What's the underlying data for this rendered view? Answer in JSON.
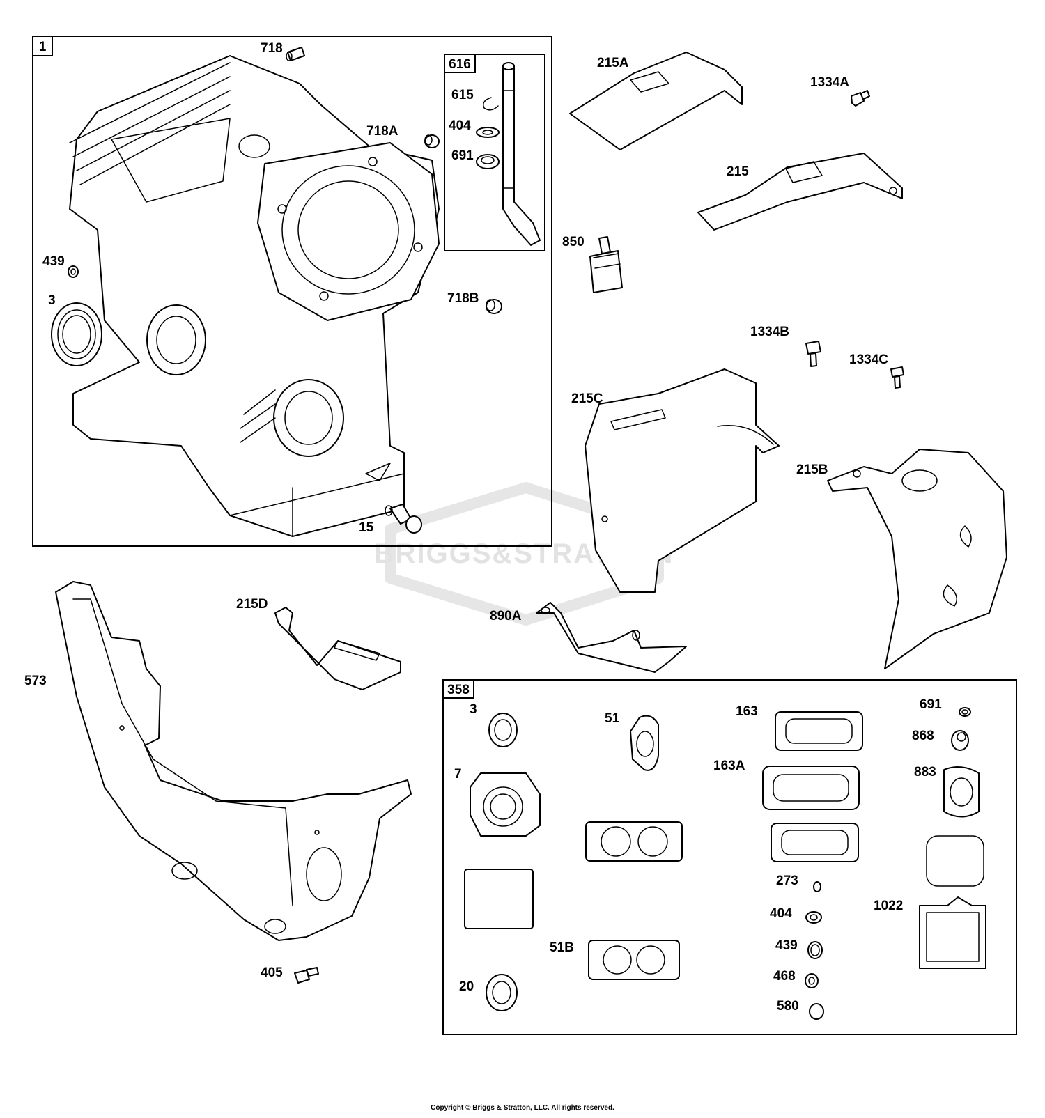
{
  "watermark": "BRIGGS&STRATTON",
  "copyright": "Copyright © Briggs & Stratton, LLC. All rights reserved.",
  "boxes": {
    "box1": "1",
    "box616": "616",
    "box358": "358"
  },
  "labels": {
    "p718": "718",
    "p718A": "718A",
    "p718B": "718B",
    "p439": "439",
    "p3": "3",
    "p15": "15",
    "p615": "615",
    "p404": "404",
    "p691": "691",
    "p215A": "215A",
    "p1334A": "1334A",
    "p215": "215",
    "p850": "850",
    "p1334B": "1334B",
    "p1334C": "1334C",
    "p215C": "215C",
    "p215B": "215B",
    "p890A": "890A",
    "p215D": "215D",
    "p573": "573",
    "p405": "405",
    "k3": "3",
    "k51": "51",
    "k163": "163",
    "k691": "691",
    "k868": "868",
    "k7": "7",
    "k163A": "163A",
    "k883": "883",
    "k273": "273",
    "k1022": "1022",
    "k404": "404",
    "k439": "439",
    "k51B": "51B",
    "k468": "468",
    "k20": "20",
    "k580": "580"
  }
}
